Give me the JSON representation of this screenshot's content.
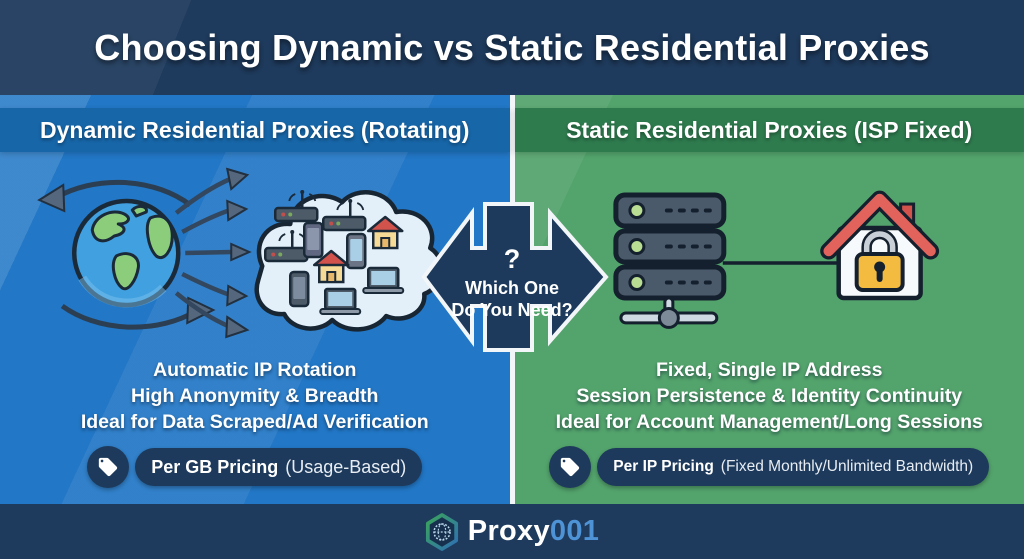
{
  "title": "Choosing Dynamic vs Static Residential Proxies",
  "center_badge": {
    "question_mark": "?",
    "line1": "Which One",
    "line2": "Do You Need?"
  },
  "columns": {
    "left": {
      "header": "Dynamic Residential Proxies (Rotating)",
      "features": [
        "Automatic IP Rotation",
        "High Anonymity & Breadth",
        "Ideal for Data Scraped/Ad Verification"
      ],
      "pricing": {
        "label": "Per GB Pricing",
        "detail": "(Usage-Based)"
      }
    },
    "right": {
      "header": "Static Residential Proxies (ISP Fixed)",
      "features": [
        "Fixed, Single IP Address",
        "Session Persistence & Identity Continuity",
        "Ideal for Account Management/Long Sessions"
      ],
      "pricing": {
        "label": "Per IP Pricing",
        "detail": "(Fixed Monthly/Unlimited Bandwidth)"
      }
    }
  },
  "footer": {
    "brand_name": "Proxy",
    "brand_suffix": "001"
  },
  "icons": {
    "center": "double-arrow-icon",
    "left_illustration": [
      "globe-icon",
      "rotation-arrows-icon",
      "fan-arrows-icon",
      "device-cloud-icon",
      "router-icon",
      "smartphone-icon",
      "house-icon",
      "laptop-icon"
    ],
    "right_illustration": [
      "server-stack-icon",
      "network-node-icon",
      "secure-home-icon",
      "padlock-icon"
    ],
    "pricing": "price-tag-icon",
    "brand": "hexagon-globe-icon"
  },
  "colors": {
    "header_navy": "#1e3a5c",
    "left_blue": "#2277c6",
    "left_band": "#1766a8",
    "right_green": "#53a36c",
    "right_band": "#2e7b4e",
    "pill_navy": "#1d3a5c",
    "brand_accent": "#4e93d6",
    "divider_white": "#f2f6f9"
  }
}
